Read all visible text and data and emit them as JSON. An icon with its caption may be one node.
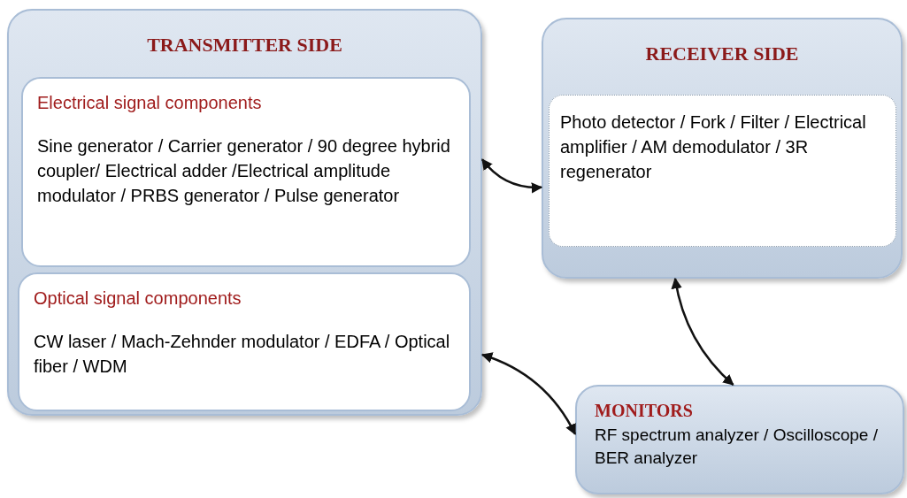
{
  "diagram": {
    "nodes": [
      {
        "text": [
          "TRANSMITTER SIDE"
        ]
      },
      {
        "text": [
          "Electrical signal components",
          "Sine generator / Carrier generator / 90 degree hybrid coupler/ Electrical adder /Electrical amplitude modulator / PRBS generator / Pulse generator"
        ],
        "in": 0
      },
      {
        "text": [
          "Optical signal components",
          "CW laser / Mach-Zehnder modulator / EDFA / Optical fiber / WDM"
        ],
        "in": 0
      },
      {
        "text": [
          "RECEIVER SIDE"
        ]
      },
      {
        "text": [
          "Photo detector / Fork / Filter / Electrical amplifier / AM demodulator / 3R regenerator"
        ],
        "in": 3
      },
      {
        "text": [
          "MONITORS",
          "RF spectrum analyzer / Oscilloscope / BER analyzer"
        ]
      }
    ],
    "edges": [
      {
        "from": 0,
        "to": 3,
        "arrow": "both"
      },
      {
        "from": 0,
        "to": 5,
        "arrow": "both"
      },
      {
        "from": 3,
        "to": 5,
        "arrow": "both"
      }
    ]
  }
}
